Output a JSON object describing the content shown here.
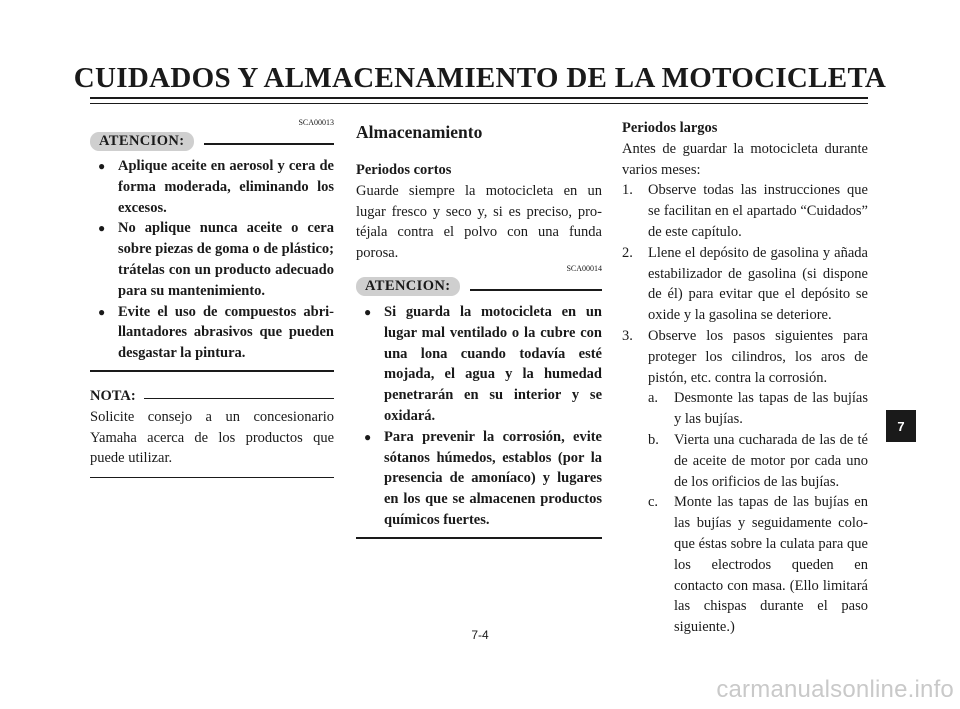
{
  "header": {
    "title": "CUIDADOS Y ALMACENAMIENTO DE LA MOTOCICLETA"
  },
  "column1": {
    "code": "SCA00013",
    "caution_label": "ATENCION:",
    "bullets": [
      "Aplique aceite en aerosol y cera de forma moderada, eliminando los excesos.",
      "No aplique nunca aceite o cera sobre piezas de goma o de plásti­co; trátelas con un producto adecuado para su mantenimien­to.",
      "Evite el uso de compuestos abri­llantadores abrasivos que pue­den desgastar la pintura."
    ],
    "note_label": "NOTA:",
    "note_text": "Solicite consejo a un concesionario Yamaha acerca de los productos que puede utilizar."
  },
  "column2": {
    "section_title": "Almacenamiento",
    "short_title": "Periodos cortos",
    "short_text": "Guarde siempre la motocicleta en un lugar fresco y seco y, si es preciso, pro­téjala contra el polvo con una funda porosa.",
    "code": "SCA00014",
    "caution_label": "ATENCION:",
    "bullets": [
      "Si guarda la motocicleta en un lugar mal ventilado o la cubre con una lona cuando todavía esté mojada, el agua y la hume­dad penetrarán en su interior y se oxidará.",
      "Para prevenir la corrosión, evite sótanos húmedos, establos (por la presencia de amoníaco) y lugares en los que se almacenen productos químicos fuertes."
    ]
  },
  "column3": {
    "long_title": "Periodos largos",
    "long_intro": "Antes de guardar la motocicleta duran­te varios meses:",
    "steps": [
      {
        "num": "1.",
        "text": "Observe todas las instrucciones que se facilitan en el apartado “Cuidados” de este capítulo."
      },
      {
        "num": "2.",
        "text": "Llene el depósito de gasolina y añada estabilizador de gasolina (si dispone de él) para evitar que el depósito se oxide y la gasolina se deteriore."
      },
      {
        "num": "3.",
        "text": "Observe los pasos siguientes para proteger los cilindros, los aros de pistón, etc. contra la corrosión."
      }
    ],
    "substeps": [
      {
        "num": "a.",
        "text": "Desmonte las tapas de las bujías y las bujías."
      },
      {
        "num": "b.",
        "text": "Vierta una cucharada de las de té de aceite de motor por cada uno de los orificios de las buj­í­as."
      },
      {
        "num": "c.",
        "text": "Monte las tapas de las bujías en las bujías y seguidamente colo­que éstas sobre la culata para que los electrodos queden en contacto con masa. (Ello limita­rá las chispas durante el paso siguiente.)"
      }
    ]
  },
  "footer": {
    "page_number": "7-4",
    "chapter_tab": "7",
    "watermark": "carmanualsonline.info"
  }
}
